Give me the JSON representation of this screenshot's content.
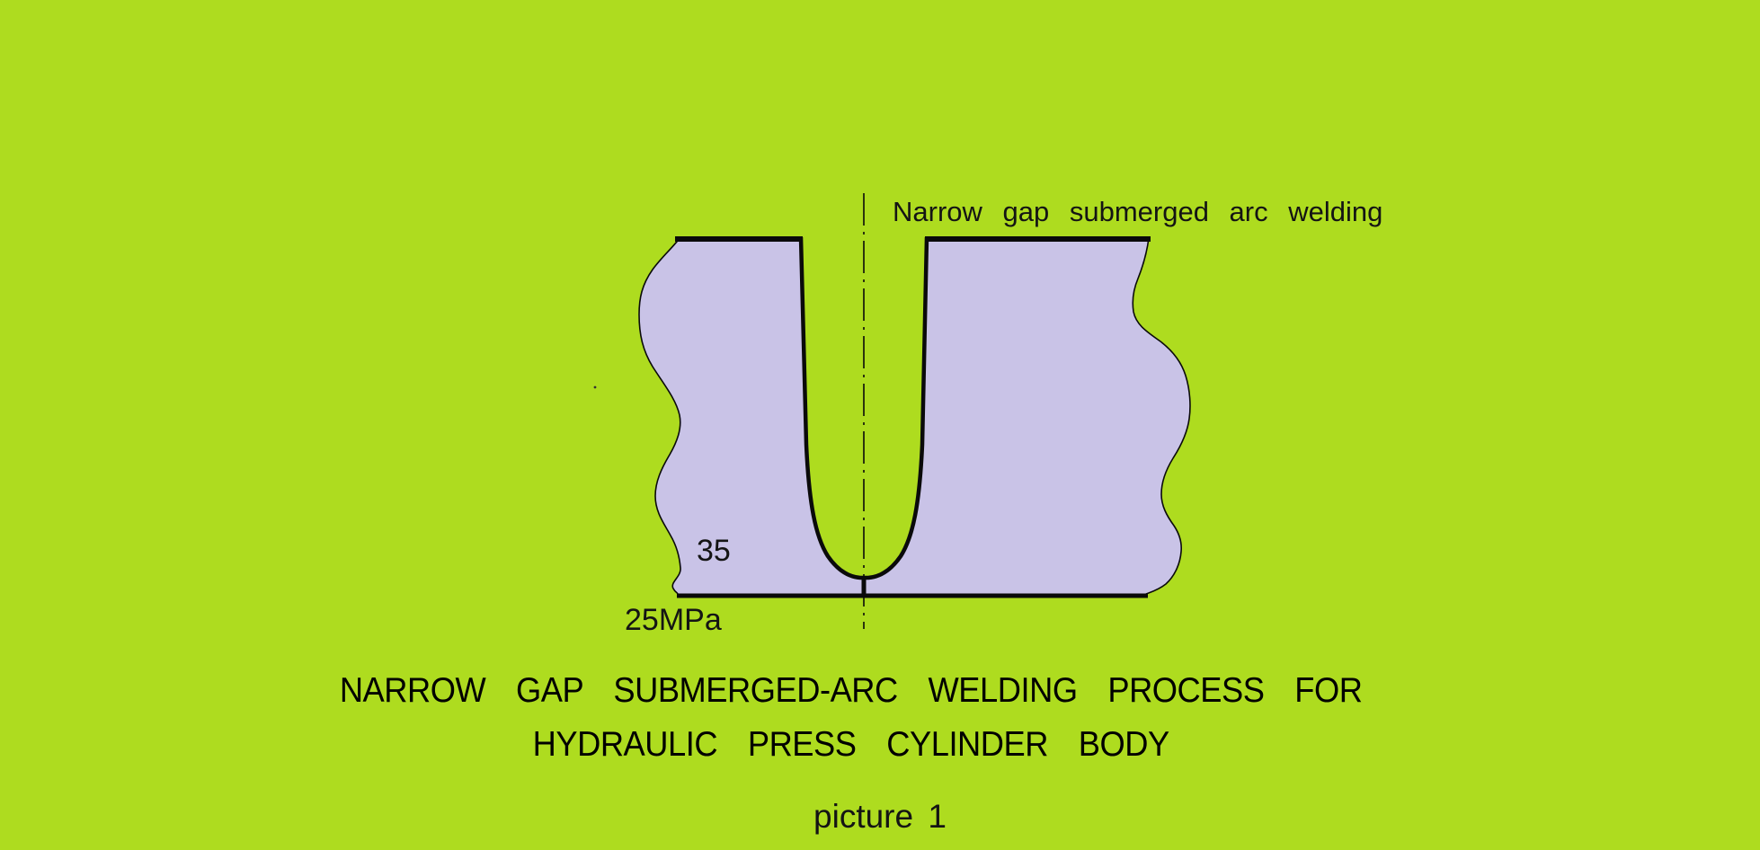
{
  "colors": {
    "background": "#AEDC1F",
    "metal": "#C9C3E7",
    "line": "#0A0A0A",
    "ink": "#141414"
  },
  "diagram": {
    "annotation": "Narrow gap submerged arc welding",
    "thickness_label": "35",
    "pressure_label": "25MPa"
  },
  "title": {
    "line1": "NARROW  GAP  SUBMERGED-ARC  WELDING  PROCESS  FOR",
    "line2": "HYDRAULIC  PRESS  CYLINDER  BODY"
  },
  "caption": "picture 1"
}
